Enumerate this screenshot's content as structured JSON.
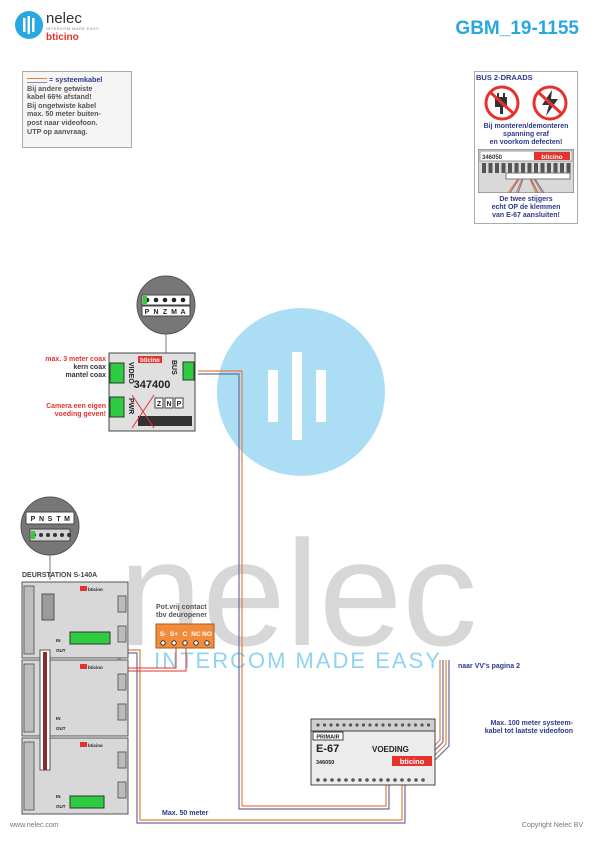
{
  "header": {
    "logo_name": "nelec",
    "logo_sub": "INTERCOM MADE EASY",
    "logo_brand": "bticino",
    "doc_code": "GBM_19-1155"
  },
  "note": {
    "line1": "= systeemkabel",
    "line2": "Bij andere getwiste",
    "line3": "kabel 66% afstand!",
    "line4": "Bij ongetwiste kabel",
    "line5": "max. 50 meter buiten-",
    "line6": "post naar videofoon.",
    "line7": "UTP op aanvraag."
  },
  "bus_panel": {
    "title": "BUS 2-DRAADS",
    "warning_1": "Bij monteren/demonteren",
    "warning_2": "spanning eraf",
    "warning_3": "en voorkom defecten!",
    "device_code": "346050",
    "device_brand": "bticino",
    "riser_1": "De twee stijgers",
    "riser_2": "echt OP de klemmen",
    "riser_3": "van E-67 aansluiten!"
  },
  "video_module": {
    "brand": "bticino",
    "model": "347400",
    "bus_label": "BUS",
    "video_label": "VIDEO",
    "pwr_label": "PWR",
    "terms_top": [
      "P",
      "N",
      "Z",
      "M",
      "A"
    ],
    "terms_bottom": [
      "Z",
      "N",
      "P"
    ]
  },
  "coax_labels": {
    "max": "max. 3 meter coax",
    "kern": "kern coax",
    "mantel": "mantel coax",
    "camera_1": "Camera een eigen",
    "camera_2": "voeding geven!"
  },
  "door_station": {
    "title": "DEURSTATION S-140A",
    "brand": "bticino",
    "in_label": "IN",
    "out_label": "OUT",
    "zoom_terms": [
      "P",
      "N",
      "S",
      "T",
      "M"
    ]
  },
  "contact": {
    "label_1": "Pot.vrij contact",
    "label_2": "tbv deuropener",
    "terms": [
      "S-",
      "S+",
      "C",
      "NC",
      "NO"
    ]
  },
  "power_supply": {
    "primair": "PRIMAIR",
    "model": "E-67",
    "voeding": "VOEDING",
    "code": "346050",
    "brand": "bticino"
  },
  "annotations": {
    "pagina2": "naar VV's pagina 2",
    "max100_1": "Max. 100 meter systeem-",
    "max100_2": "kabel tot laatste videofoon",
    "max50": "Max. 50 meter"
  },
  "watermark": {
    "word": "nelec",
    "slogan": "INTERCOM MADE EASY"
  },
  "footer": {
    "website": "www.nelec.com",
    "copyright": "Copyright Nelec BV"
  },
  "colors": {
    "accent_blue": "#29a8e0",
    "red": "#e4332d",
    "navy": "#2d3a8c",
    "terminal_green": "#2ecc40",
    "contact_orange": "#f08c3a"
  }
}
